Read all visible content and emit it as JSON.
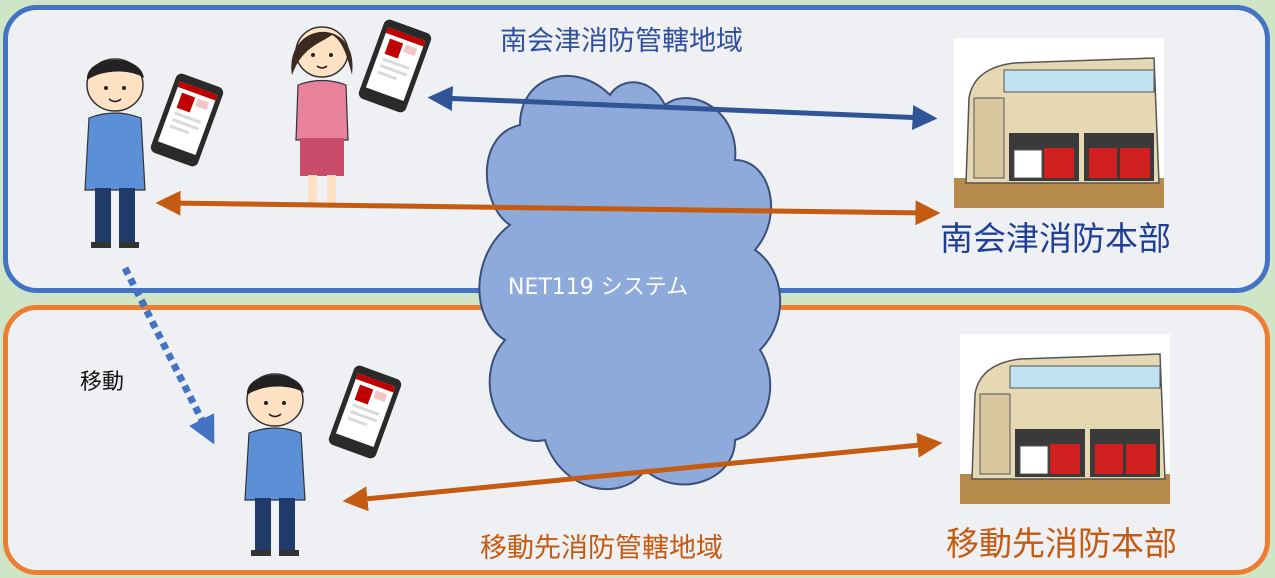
{
  "regions": {
    "top": {
      "title": "南会津消防管轄地域",
      "hq_label": "南会津消防本部"
    },
    "bottom": {
      "title": "移動先消防管轄地域",
      "hq_label": "移動先消防本部"
    }
  },
  "cloud": {
    "label": "NET119 システム"
  },
  "move_label": "移動",
  "colors": {
    "top_border": "#4472c4",
    "bottom_border": "#ed7d31",
    "arrow_blue": "#2f5597",
    "arrow_orange": "#c55a11",
    "cloud_fill": "#8eaadb",
    "background": "#cfe6c6"
  },
  "icons": [
    "person-man-icon",
    "person-woman-icon",
    "smartphone-icon",
    "fire-station-icon",
    "cloud-icon"
  ]
}
